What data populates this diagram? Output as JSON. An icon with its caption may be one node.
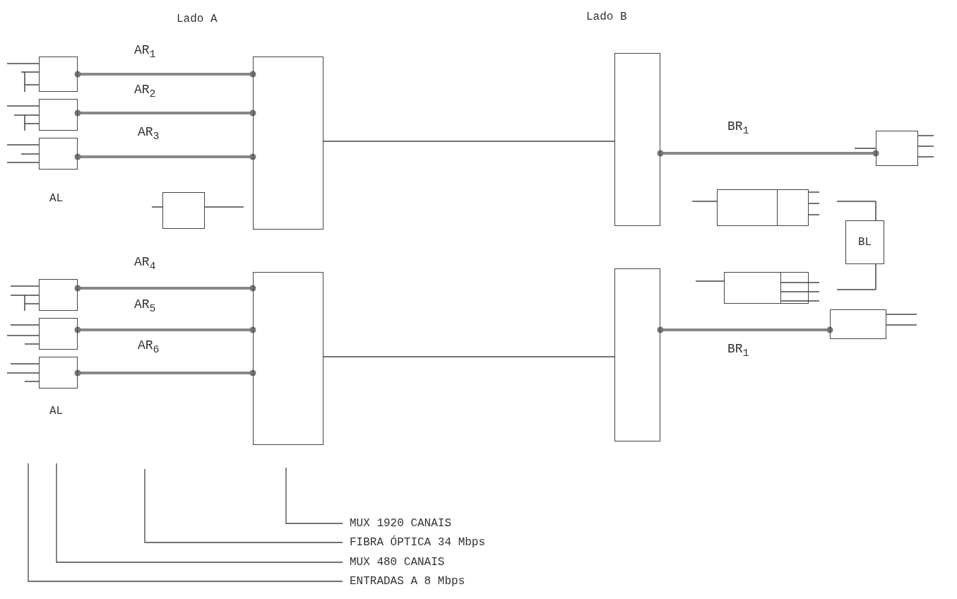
{
  "diagram": {
    "nodes": [
      {
        "text": [],
        "shape": "box"
      },
      {
        "text": [],
        "shape": "box"
      },
      {
        "text": [],
        "shape": "box"
      },
      {
        "text": [],
        "shape": "box"
      },
      {
        "text": [],
        "shape": "box"
      },
      {
        "text": [],
        "shape": "box"
      },
      {
        "text": [],
        "shape": "box"
      },
      {
        "text": [],
        "shape": "box"
      },
      {
        "text": [],
        "shape": "box"
      },
      {
        "text": [],
        "shape": "box"
      },
      {
        "text": [],
        "shape": "box"
      },
      {
        "text": [],
        "shape": "box"
      },
      {
        "text": [],
        "shape": "box"
      },
      {
        "text": [
          "BL"
        ]
      },
      {
        "text": [],
        "shape": "box"
      },
      {
        "text": [],
        "shape": "box"
      },
      {
        "text": [
          "MUX 1920 CANAIS"
        ]
      },
      {
        "text": [
          "FIBRA ÓPTICA 34 Mbps"
        ]
      },
      {
        "text": [
          "MUX 480 CANAIS"
        ]
      },
      {
        "text": [
          "ENTRADAS A 8 Mbps"
        ]
      }
    ],
    "edges": [
      {
        "from": 0,
        "to": 3,
        "arrow": "other",
        "label": "AR$_{1}$"
      },
      {
        "from": 1,
        "to": 3,
        "arrow": "other",
        "label": "AR$_{2}$"
      },
      {
        "from": 2,
        "to": 3,
        "arrow": "other",
        "label": "AR$_{3}$"
      },
      {
        "from": 3,
        "to": 9,
        "arrow": "none"
      },
      {
        "from": 5,
        "to": 8,
        "arrow": "other",
        "label": "AR$_{4}$"
      },
      {
        "from": 6,
        "to": 8,
        "arrow": "other",
        "label": "AR$_{5}$"
      },
      {
        "from": 7,
        "to": 8,
        "arrow": "other",
        "label": "AR$_{6}$"
      },
      {
        "from": 8,
        "to": 10,
        "arrow": "none"
      },
      {
        "from": 9,
        "to": 11,
        "arrow": "other",
        "label": "BR$_{1}$"
      },
      {
        "from": 10,
        "to": 15,
        "arrow": "other",
        "label": "BR$_{1}$"
      },
      {
        "from": 16,
        "to": null,
        "arrow": "none"
      },
      {
        "from": 17,
        "to": null,
        "arrow": "none"
      },
      {
        "from": 18,
        "to": null,
        "arrow": "none"
      },
      {
        "from": 19,
        "to": null,
        "arrow": "none"
      }
    ],
    "labels": [
      "Lado A",
      "Lado B",
      "AL",
      "AL"
    ]
  }
}
